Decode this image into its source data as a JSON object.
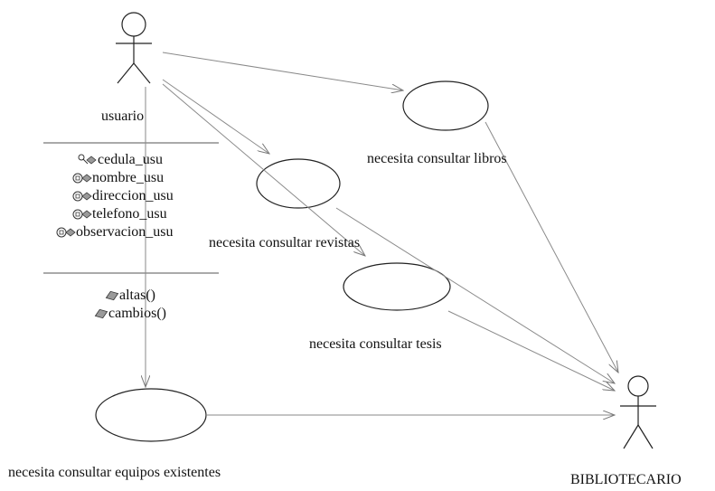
{
  "actors": {
    "usuario": {
      "label": "usuario"
    },
    "bibliotecario": {
      "label": "BIBLIOTECARIO"
    }
  },
  "usuario_class": {
    "attributes": [
      {
        "name": "cedula_usu",
        "icon": "key-attribute-icon"
      },
      {
        "name": "nombre_usu",
        "icon": "attribute-icon"
      },
      {
        "name": "direccion_usu",
        "icon": "attribute-icon"
      },
      {
        "name": "telefono_usu",
        "icon": "attribute-icon"
      },
      {
        "name": "observacion_usu",
        "icon": "attribute-icon"
      }
    ],
    "operations": [
      {
        "name": "altas()",
        "icon": "operation-icon"
      },
      {
        "name": "cambios()",
        "icon": "operation-icon"
      }
    ]
  },
  "use_cases": {
    "libros": "necesita consultar libros",
    "revistas": "necesita consultar revistas",
    "tesis": "necesita consultar tesis",
    "equipos": "necesita consultar equipos existentes"
  },
  "colors": {
    "line": "#8a8a8a",
    "stroke": "#222222",
    "icon_fill": "#9a9a9a"
  }
}
